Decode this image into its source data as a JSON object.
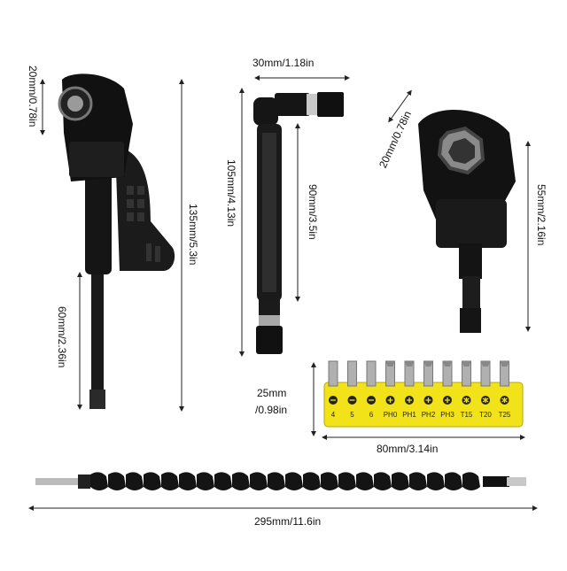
{
  "dimensions": {
    "tool1_head": "20mm/0.78in",
    "tool1_length": "135mm/5.3in",
    "tool1_shank": "60mm/2.36in",
    "tool2_width": "30mm/1.18in",
    "tool2_length": "105mm/4.13in",
    "tool2_handle": "90mm/3.5in",
    "tool3_head": "20mm/0.78in",
    "tool3_length": "55mm/2.16in",
    "bits_height_line1": "25mm",
    "bits_height_line2": "/0.98in",
    "bits_width": "80mm/3.14in",
    "flex_length": "295mm/11.6in"
  },
  "bits": [
    "4",
    "5",
    "6",
    "PH0",
    "PH1",
    "PH2",
    "PH3",
    "T15",
    "T20",
    "T25"
  ],
  "colors": {
    "tool": "#151515",
    "holder": "#f2e21a",
    "line": "#222222",
    "steel": "#b8b8b8"
  }
}
